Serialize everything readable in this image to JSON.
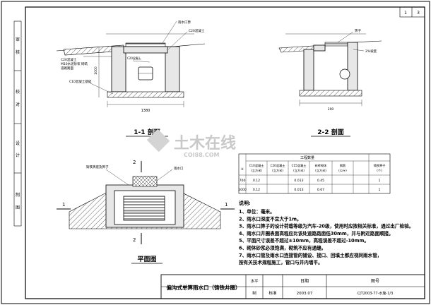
{
  "sheet": {
    "sheet_count": "1",
    "sheet_number": "3",
    "side_margin_labels": [
      "审",
      "核",
      "校",
      "对",
      "设",
      "计",
      "制",
      "图"
    ]
  },
  "sections": {
    "sec11": {
      "title": "1-1 剖面",
      "width_dim": "1380",
      "height_dim": "1000",
      "labels": {
        "grate": "雨水口箅",
        "top_slab": "C20混凝土",
        "left_note1": "C20混凝土",
        "left_note2": "M10水泥砂浆 砌筑",
        "left_note3": "道路路面",
        "bottom_note": "C10混凝土基础",
        "pipe_note": "C20混凝土"
      }
    },
    "sec22": {
      "title": "2-2 剖面",
      "labels": {
        "grate": "箅子",
        "slope": "2%坡度",
        "dim": "200"
      }
    },
    "plan": {
      "title": "平面图",
      "label_frame": "铸铁箅座及箅子",
      "label_inlet": "雨水口",
      "marker_1": "1",
      "marker_2": "2"
    }
  },
  "quantities": {
    "title": "工程数量",
    "headers": [
      "H",
      "C10混凝土\n(立方米)",
      "C20混凝土\n(立方米)",
      "C15混凝土\n(立方米)",
      "碎砖砌体\n(立方米)",
      "钢筋\n(公斤)",
      "铸铁箅子\n(个)"
    ],
    "rows": [
      [
        "700",
        "0.12",
        "",
        "0.013",
        "0.45",
        "",
        "1"
      ],
      [
        "1000",
        "0.12",
        "",
        "0.013",
        "0.67",
        "",
        "1"
      ]
    ]
  },
  "notes": {
    "heading": "说明:",
    "items": [
      "1、单位：毫米。",
      "2、雨水口深度不宜大于1m。",
      "3、雨水口箅子的设计荷载等级为汽车-20级，使用时应按相关标准，通过出厂检验。",
      "4、雨水口井圈表面高程应比该处道路路面低30mm，并与附近路面顺接。",
      "5、平面尺寸误差不超过±10mm，高程误差不超过-10mm。",
      "6、砌体砂浆必须饱满，砌筑不应有通缝。",
      "7、雨水口管及雨水口连接管的铺设、接口、回填土都应视同雨水管，",
      "    按有关技术规程施工，管口与井内墙平。"
    ]
  },
  "title_block": {
    "drawing_title": "偏沟式单箅雨水口（铸铁井圈）",
    "row1": [
      "水平",
      "",
      "日期",
      "图号"
    ],
    "row2": [
      "制",
      "标准",
      "2003.07",
      "CJT2003-77-水施-1/3"
    ]
  },
  "watermark": {
    "text": "土木在线",
    "sub": "COI88.COM"
  },
  "colors": {
    "line": "#000000",
    "concrete_fill": "#e7e7e7",
    "watermark": "#c9c9c9"
  }
}
